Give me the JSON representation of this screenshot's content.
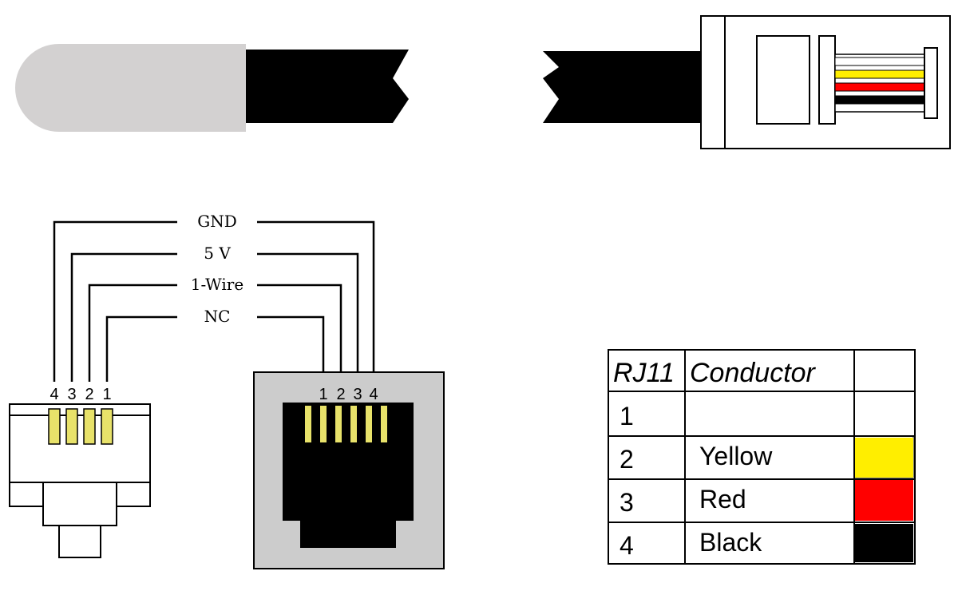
{
  "wire_labels": {
    "gnd": "GND",
    "v5": "5 V",
    "onewire": "1-Wire",
    "nc": "NC"
  },
  "plug_pin_labels": [
    "4",
    "3",
    "2",
    "1"
  ],
  "jack_pin_labels": [
    "1",
    "2",
    "3",
    "4"
  ],
  "table": {
    "headers": [
      "RJ11",
      "Conductor"
    ],
    "rows": [
      {
        "pin": "1",
        "color_name": "",
        "swatch": "#ffffff"
      },
      {
        "pin": "2",
        "color_name": "Yellow",
        "swatch": "#ffee00"
      },
      {
        "pin": "3",
        "color_name": "Red",
        "swatch": "#ff0000"
      },
      {
        "pin": "4",
        "color_name": "Black",
        "swatch": "#000000"
      }
    ]
  },
  "colors": {
    "probe_tip": "#d3d1d1",
    "cable": "#000000",
    "pin_gold": "#e8e26a",
    "jack_face": "#cccccc",
    "wire_yellow": "#ffee00",
    "wire_red": "#ff0000",
    "wire_black": "#000000"
  }
}
